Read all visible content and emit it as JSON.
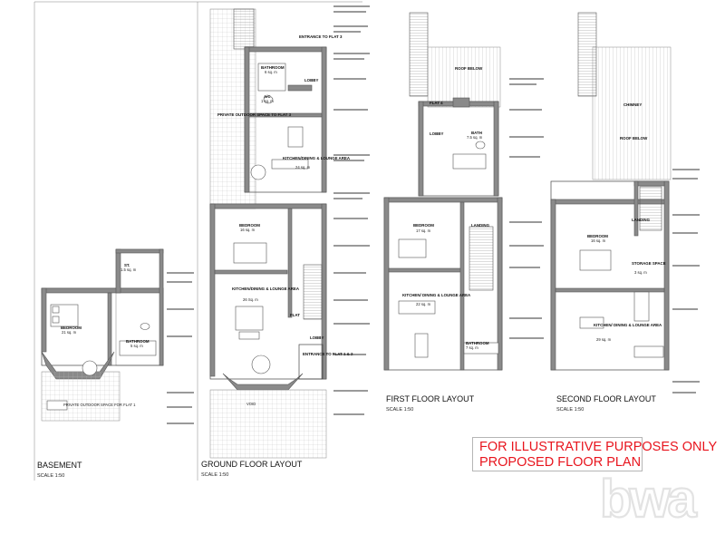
{
  "disclaimer": {
    "line1": "FOR ILLUSTRATIVE PURPOSES ONLY",
    "line2": "PROPOSED FLOOR PLAN"
  },
  "logo_text": "bwa",
  "floors": {
    "basement": {
      "title": "BASEMENT",
      "scale": "SCALE 1:50",
      "st": "ST.",
      "st_area": "1.5 sq. m",
      "bedroom": "BEDROOM",
      "bedroom_area": "21 sq. m",
      "bathroom": "BATHROOM",
      "bathroom_area": "5 sq. m",
      "outdoor": "PRIVATE OUTDOOR SPACE FOR FLAT 1"
    },
    "ground": {
      "title": "GROUND FLOOR LAYOUT",
      "scale": "SCALE 1:50",
      "entrance3": "ENTRANCE TO FLAT 3",
      "bathroom": "BATHROOM",
      "bathroom_area": "6 sq. m",
      "lobby": "LOBBY",
      "ac": "A/C",
      "ac_area": "1 sq. m",
      "private_outdoor": "PRIVATE OUTDOOR SPACE TO FLAT 3",
      "kitchen": "KITCHEN/DINING & LOUNGE AREA",
      "kitchen_area": "24 sq. m",
      "bedroom": "BEDROOM",
      "bedroom_area": "16 sq. m",
      "kitchen2": "KITCHEN/DINING & LOUNGE AREA",
      "kitchen2_area": "26 Sq. m",
      "flat": "FLAT",
      "lobby2": "LOBBY",
      "entrance12": "ENTRANCE TO FLAT 1 & 2",
      "void": "VOID"
    },
    "first": {
      "title": "FIRST FLOOR LAYOUT",
      "scale": "SCALE 1:50",
      "roof_below": "ROOF BELOW",
      "flat": "FLAT 4",
      "lobby": "LOBBY",
      "bath": "BATH",
      "bath_area": "7.5 sq. m",
      "bedroom": "BEDROOM",
      "bedroom_area": "17 sq. m",
      "landing": "LANDING",
      "kitchen": "KITCHEN/ DINING & LOUNGE AREA",
      "kitchen_area": "22 sq. m",
      "bathroom": "BATHROOM",
      "bathroom_area": "7 sq. m"
    },
    "second": {
      "title": "SECOND FLOOR LAYOUT",
      "scale": "SCALE 1:50",
      "chimney": "CHIMNEY",
      "roof_below": "ROOF BELOW",
      "landing": "LANDING",
      "bedroom": "BEDROOM",
      "bedroom_area": "16 sq. m",
      "storage": "STORAGE SPACE",
      "storage_area": "3 sq. m",
      "kitchen": "KITCHEN/ DINING & LOUNGE AREA",
      "kitchen_area": "29 sq. m"
    }
  }
}
